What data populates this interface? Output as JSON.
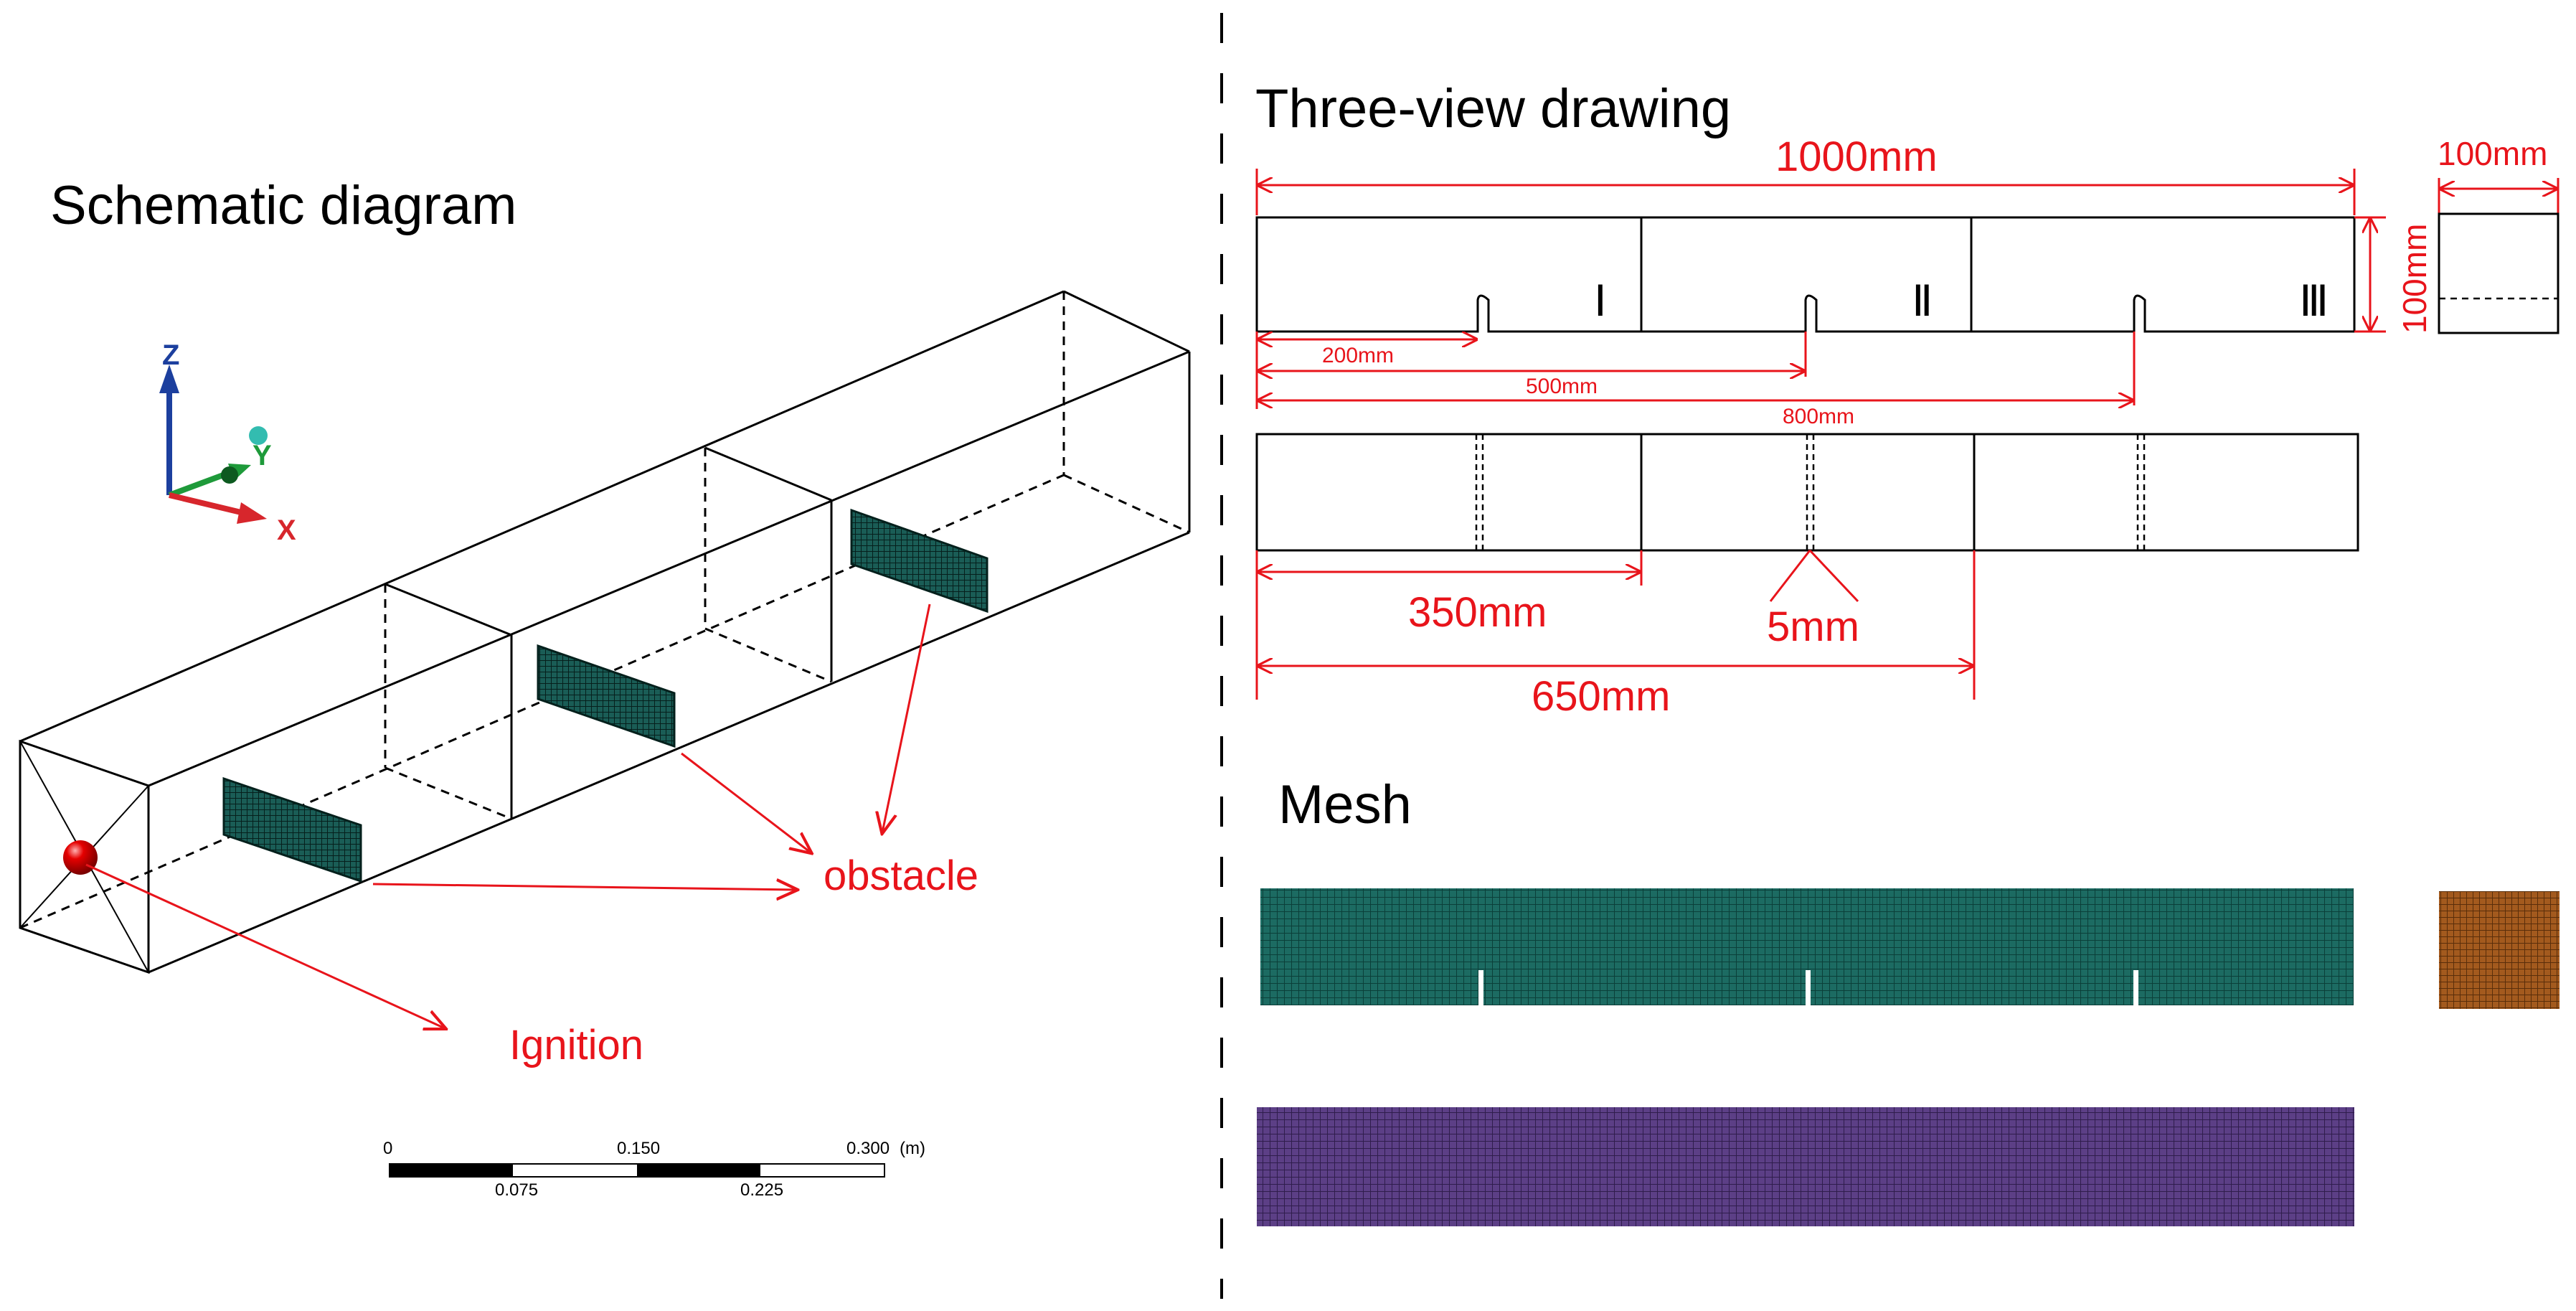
{
  "left": {
    "title": "Schematic diagram",
    "axes": {
      "z": "Z",
      "y": "Y",
      "x": "X"
    },
    "labels": {
      "obstacle": "obstacle",
      "ignition": "Ignition"
    },
    "scale_bar": {
      "top_ticks": [
        "0",
        "0.150",
        "0.300"
      ],
      "unit": "(m)",
      "bottom_ticks": [
        "0.075",
        "0.225"
      ]
    }
  },
  "right": {
    "title": "Three-view drawing",
    "dims": {
      "length": "1000mm",
      "height": "100mm",
      "width": "100mm",
      "obs1": "200mm",
      "obs2": "500mm",
      "obs3": "800mm",
      "seg1": "350mm",
      "seg2": "650mm",
      "thickness": "5mm"
    },
    "sections": [
      "Ⅰ",
      "Ⅱ",
      "Ⅲ"
    ],
    "mesh_title": "Mesh"
  },
  "colors": {
    "dimension": "#e8141b",
    "outline": "#000000",
    "mesh_green": "#1c6b62",
    "mesh_purple": "#5c3f86",
    "mesh_orange": "#a35a1e",
    "axis_z": "#1c3f9e",
    "axis_y": "#1e9a3a",
    "axis_x": "#d7262c",
    "ignition": "#d40000"
  }
}
